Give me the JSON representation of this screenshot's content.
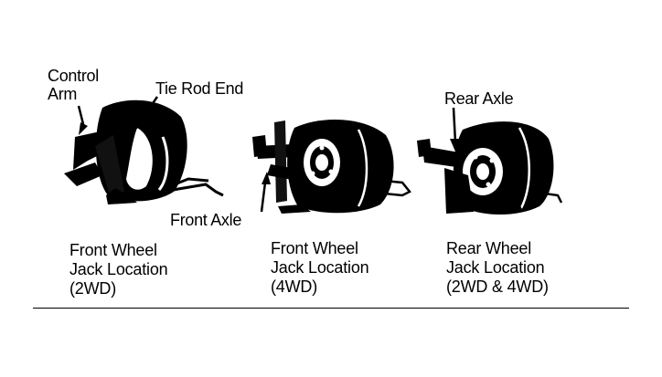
{
  "labels": {
    "control_arm_line1": "Control",
    "control_arm_line2": "Arm",
    "tie_rod_end": "Tie Rod End",
    "front_axle": "Front Axle",
    "rear_axle": "Rear Axle"
  },
  "captions": [
    {
      "line1": "Front Wheel",
      "line2": "Jack Location",
      "line3": "(2WD)"
    },
    {
      "line1": "Front Wheel",
      "line2": "Jack Location",
      "line3": "(4WD)"
    },
    {
      "line1": "Rear Wheel",
      "line2": "Jack Location",
      "line3": "(2WD & 4WD)"
    }
  ]
}
